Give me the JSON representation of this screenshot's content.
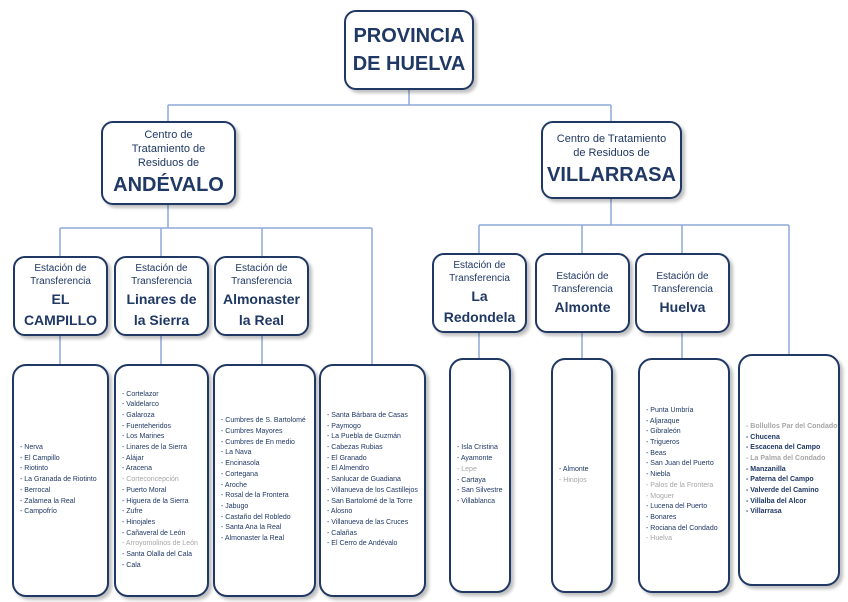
{
  "root": {
    "lines": [
      "PROVINCIA",
      "DE HUELVA"
    ]
  },
  "centers": [
    {
      "lines": [
        "Centro de",
        "Tratamiento de",
        "Residuos de"
      ],
      "name": "ANDÉVALO"
    },
    {
      "lines": [
        "Centro de Tratamiento",
        "de Residuos de"
      ],
      "name": "VILLARRASA"
    }
  ],
  "stations": [
    {
      "prefix": [
        "Estación de",
        "Transferencia"
      ],
      "name": [
        "EL",
        "CAMPILLO"
      ]
    },
    {
      "prefix": [
        "Estación de",
        "Transferencia"
      ],
      "name": [
        "Linares de",
        "la Sierra"
      ]
    },
    {
      "prefix": [
        "Estación de",
        "Transferencia"
      ],
      "name": [
        "Almonaster",
        "la Real"
      ]
    },
    {
      "prefix": [
        "Estación de",
        "Transferencia"
      ],
      "name": [
        "La",
        "Redondela"
      ]
    },
    {
      "prefix": [
        "Estación de",
        "Transferencia"
      ],
      "name": [
        "Almonte"
      ]
    },
    {
      "prefix": [
        "Estación de",
        "Transferencia"
      ],
      "name": [
        "Huelva"
      ]
    }
  ],
  "lists": [
    {
      "items": [
        {
          "t": "- Nerva"
        },
        {
          "t": "- El Campillo"
        },
        {
          "t": "- Riotinto"
        },
        {
          "t": "- La Granada de Riotinto"
        },
        {
          "t": "- Berrocal"
        },
        {
          "t": "- Zalamea la Real"
        },
        {
          "t": "- Campofrío"
        }
      ]
    },
    {
      "items": [
        {
          "t": "- Cortelazor"
        },
        {
          "t": "- Valdelarco"
        },
        {
          "t": "- Galaroza"
        },
        {
          "t": "- Fuenteheridos"
        },
        {
          "t": "- Los Marines"
        },
        {
          "t": "- Linares de la Sierra"
        },
        {
          "t": "- Alájar"
        },
        {
          "t": "- Aracena"
        },
        {
          "t": "- Corteconcepción",
          "faded": true
        },
        {
          "t": "- Puerto Moral"
        },
        {
          "t": "- Higuera de la Sierra"
        },
        {
          "t": "- Zufre"
        },
        {
          "t": "- Hinojales"
        },
        {
          "t": "- Cañaveral de León"
        },
        {
          "t": "- Arroyomolinos de León",
          "faded": true
        },
        {
          "t": "- Santa Olalla del Cala"
        },
        {
          "t": "- Cala"
        }
      ]
    },
    {
      "items": [
        {
          "t": "- Cumbres de S. Bartolomé"
        },
        {
          "t": "- Cumbres Mayores"
        },
        {
          "t": "- Cumbres de En medio"
        },
        {
          "t": "- La Nava"
        },
        {
          "t": "- Encinasola"
        },
        {
          "t": "- Cortegana"
        },
        {
          "t": "- Aroche"
        },
        {
          "t": "- Rosal de la Frontera"
        },
        {
          "t": "- Jabugo"
        },
        {
          "t": "- Castaño del Robledo"
        },
        {
          "t": "- Santa Ana la Real"
        },
        {
          "t": "- Almonaster la Real"
        }
      ]
    },
    {
      "items": [
        {
          "t": "- Santa Bárbara de Casas"
        },
        {
          "t": "- Paymogo"
        },
        {
          "t": "- La Puebla de Guzmán"
        },
        {
          "t": "- Cabezas Rubias"
        },
        {
          "t": "- El Granado"
        },
        {
          "t": "- El Almendro"
        },
        {
          "t": "- Sanlucar de Guadiana"
        },
        {
          "t": "- Villanueva de los Castillejos"
        },
        {
          "t": "- San Bartolomé de la Torre"
        },
        {
          "t": "- Alosno"
        },
        {
          "t": "- Villanueva de las Cruces"
        },
        {
          "t": "- Calañas"
        },
        {
          "t": "- El Cerro de Andévalo"
        }
      ]
    },
    {
      "items": [
        {
          "t": "- Isla Cristina"
        },
        {
          "t": "- Ayamonte"
        },
        {
          "t": "- Lepe",
          "faded": true
        },
        {
          "t": "- Cartaya"
        },
        {
          "t": "- San Silvestre"
        },
        {
          "t": "- Villablanca"
        }
      ]
    },
    {
      "items": [
        {
          "t": "- Almonte"
        },
        {
          "t": "- Hinojos",
          "faded": true
        }
      ]
    },
    {
      "items": [
        {
          "t": "- Punta Umbría"
        },
        {
          "t": "- Aljaraque"
        },
        {
          "t": "- Gibraleón"
        },
        {
          "t": "- Trigueros"
        },
        {
          "t": "- Beas"
        },
        {
          "t": "- San Juan del Puerto"
        },
        {
          "t": "- Niebla"
        },
        {
          "t": "- Palos de la Frontera",
          "faded": true
        },
        {
          "t": "- Moguer",
          "faded": true
        },
        {
          "t": "- Lucena del Puerto"
        },
        {
          "t": "- Bonares"
        },
        {
          "t": "- Rociana del Condado"
        },
        {
          "t": "- Huelva",
          "faded": true
        }
      ]
    },
    {
      "items": [
        {
          "t": "- Bollullos Par del Condado",
          "faded": true
        },
        {
          "t": "- Chucena"
        },
        {
          "t": "- Escacena del Campo"
        },
        {
          "t": "- La Palma del Condado",
          "faded": true
        },
        {
          "t": "- Manzanilla"
        },
        {
          "t": "- Paterna del Campo"
        },
        {
          "t": "- Valverde del Camino"
        },
        {
          "t": "- Villalba del Alcor"
        },
        {
          "t": "- Villarrasa"
        }
      ]
    }
  ],
  "colors": {
    "box_border": "#1F3864",
    "text": "#1F3864",
    "connector": "#8EA9DB",
    "faded": "#A6A6A6"
  }
}
